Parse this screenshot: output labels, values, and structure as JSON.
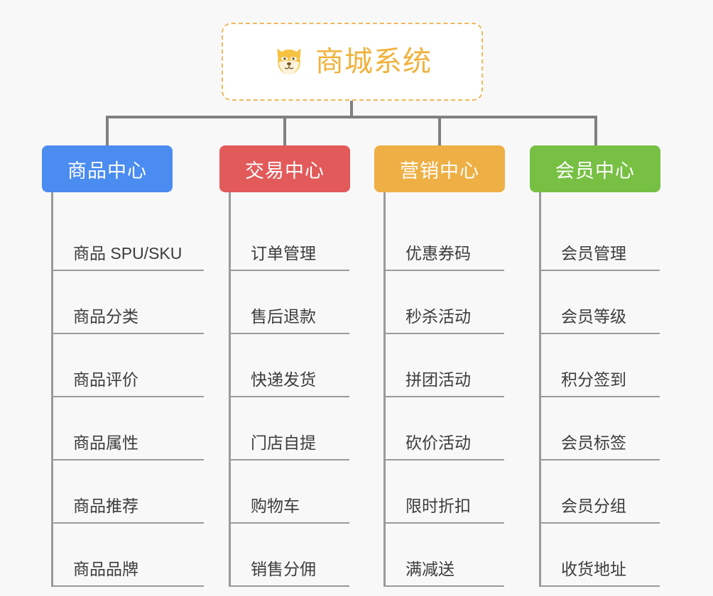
{
  "root": {
    "title": "商城系统",
    "icon": "shiba-dog-icon",
    "border_color": "#f0b95b",
    "text_color": "#f0b23c",
    "background": "#ffffff"
  },
  "canvas": {
    "background": "#f8f8f8",
    "connector_color": "#808080"
  },
  "columns": [
    {
      "id": "col-0",
      "label": "商品中心",
      "color": "#4a8cf0",
      "items": [
        "商品 SPU/SKU",
        "商品分类",
        "商品评价",
        "商品属性",
        "商品推荐",
        "商品品牌"
      ]
    },
    {
      "id": "col-1",
      "label": "交易中心",
      "color": "#e25a5a",
      "items": [
        "订单管理",
        "售后退款",
        "快递发货",
        "门店自提",
        "购物车",
        "销售分佣"
      ]
    },
    {
      "id": "col-2",
      "label": "营销中心",
      "color": "#eeaf44",
      "items": [
        "优惠券码",
        "秒杀活动",
        "拼团活动",
        "砍价活动",
        "限时折扣",
        "满减送"
      ]
    },
    {
      "id": "col-3",
      "label": "会员中心",
      "color": "#77c044",
      "items": [
        "会员管理",
        "会员等级",
        "积分签到",
        "会员标签",
        "会员分组",
        "收货地址"
      ]
    }
  ]
}
